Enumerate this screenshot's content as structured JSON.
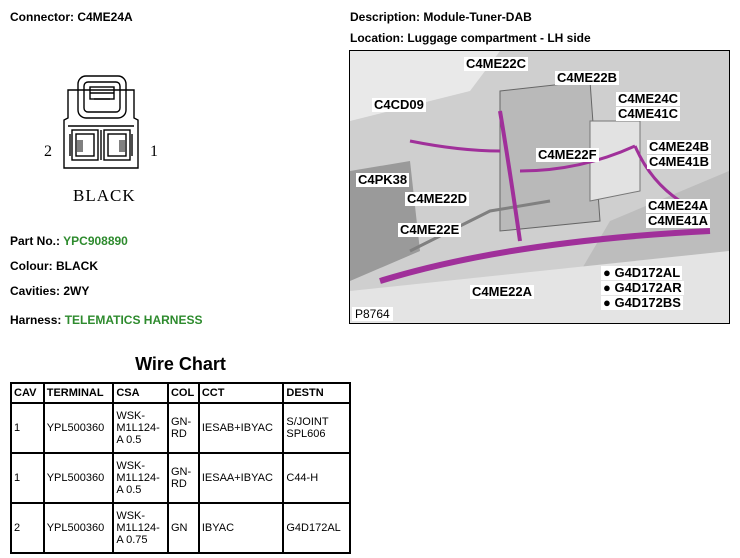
{
  "connector": {
    "label": "Connector: C4ME24A"
  },
  "description": {
    "label": "Description: Module-Tuner-DAB"
  },
  "location": {
    "label": "Location: Luggage compartment - LH side"
  },
  "pins": {
    "left": "2",
    "right": "1"
  },
  "connector_color_label": "BLACK",
  "part_no": {
    "label": "Part No.:",
    "value": "YPC908890"
  },
  "colour": {
    "label": "Colour: BLACK"
  },
  "cavities": {
    "label": "Cavities: 2WY"
  },
  "harness": {
    "label": "Harness:",
    "value": "TELEMATICS HARNESS"
  },
  "photo": {
    "ref": "P8764",
    "callouts": [
      "C4ME22C",
      "C4ME22B",
      "C4CD09",
      "C4ME24C",
      "C4ME41C",
      "C4ME22F",
      "C4ME24B",
      "C4ME41B",
      "C4PK38",
      "C4ME22D",
      "C4ME24A",
      "C4ME41A",
      "C4ME22E",
      "C4ME22A"
    ],
    "grounds": [
      "G4D172AL",
      "G4D172AR",
      "G4D172BS"
    ]
  },
  "wire_chart": {
    "title": "Wire Chart",
    "headers": [
      "CAV",
      "TERMINAL",
      "CSA",
      "COL",
      "CCT",
      "DESTN"
    ],
    "rows": [
      [
        "1",
        "YPL500360",
        "WSK-M1L124-A 0.5",
        "GN-RD",
        "IESAB+IBYAC",
        "S/JOINT SPL606"
      ],
      [
        "1",
        "YPL500360",
        "WSK-M1L124-A 0.5",
        "GN-RD",
        "IESAA+IBYAC",
        "C44-H"
      ],
      [
        "2",
        "YPL500360",
        "WSK-M1L124-A 0.75",
        "GN",
        "IBYAC",
        "G4D172AL"
      ]
    ]
  },
  "colors": {
    "harness_wire": "#a0309a",
    "label_green": "#2e8b2e"
  }
}
